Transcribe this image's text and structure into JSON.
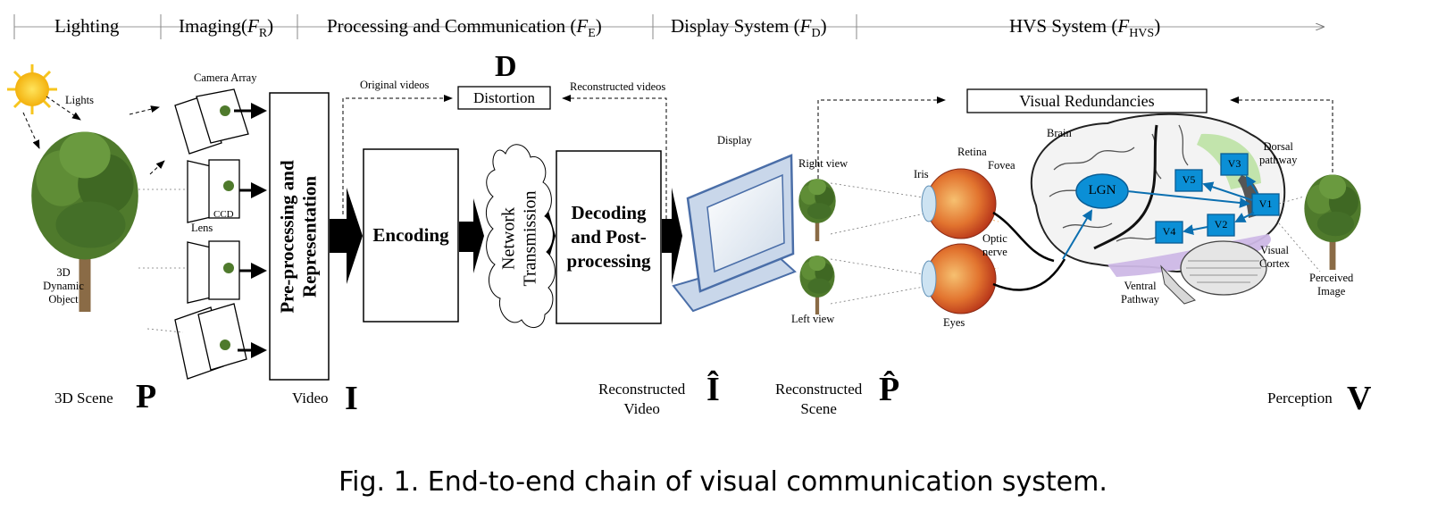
{
  "stages": {
    "lighting": "Lighting",
    "imaging": "Imaging(",
    "imaging_sym": "F",
    "imaging_sub": "R",
    "processing": "Processing and Communication (",
    "processing_sym": "F",
    "processing_sub": "E",
    "display": "Display System (",
    "display_sym": "F",
    "display_sub": "D",
    "hvs": "HVS System (",
    "hvs_sym": "F",
    "hvs_sub": "HVS",
    "close": ")"
  },
  "scene": {
    "lights": "Lights",
    "object_line1": "3D",
    "object_line2": "Dynamic",
    "object_line3": "Object",
    "camera_array": "Camera Array",
    "lens": "Lens",
    "ccd": "CCD"
  },
  "pipeline": {
    "preprocessing_line1": "Pre-processing and",
    "preprocessing_line2": "Representation",
    "encoding": "Encoding",
    "network_line1": "Network",
    "network_line2": "Transmission",
    "decoding_line1": "Decoding",
    "decoding_line2": "and Post-",
    "decoding_line3": "processing",
    "distortion": "Distortion",
    "distortion_sym": "D",
    "original_videos": "Original videos",
    "reconstructed_videos": "Reconstructed videos",
    "display": "Display"
  },
  "hvs": {
    "visual_redundancies": "Visual Redundancies",
    "right_view": "Right view",
    "left_view": "Left view",
    "iris": "Iris",
    "retina": "Retina",
    "fovea": "Fovea",
    "optic_line1": "Optic",
    "optic_line2": "nerve",
    "eyes": "Eyes",
    "brain": "Brain",
    "lgn": "LGN",
    "v1": "V1",
    "v2": "V2",
    "v3": "V3",
    "v4": "V4",
    "v5": "V5",
    "dorsal_line1": "Dorsal",
    "dorsal_line2": "pathway",
    "ventral_line1": "Ventral",
    "ventral_line2": "Pathway",
    "visual_cortex_line1": "Visual",
    "visual_cortex_line2": "Cortex",
    "perceived_line1": "Perceived",
    "perceived_line2": "Image"
  },
  "bottom": {
    "scene_label": "3D Scene",
    "scene_sym": "P",
    "video_label": "Video",
    "video_sym": "I",
    "recon_video_line1": "Reconstructed",
    "recon_video_line2": "Video",
    "recon_video_sym": "Î",
    "recon_scene_line1": "Reconstructed",
    "recon_scene_line2": "Scene",
    "recon_scene_sym": "P̂",
    "perception_label": "Perception",
    "perception_sym": "V"
  },
  "caption": "Fig. 1.  End-to-end chain of visual communication system.",
  "colors": {
    "sun": "#f7c51e",
    "tree_green": "#4f7a2c",
    "trunk": "#8a6b46",
    "monitor_frame": "#c9d7ea",
    "monitor_edge": "#4a6ea8",
    "brain_blue": "#0b8fd6",
    "dorsal_green": "#bfe3a8",
    "ventral_purple": "#cdb8e6",
    "eye_red": "#d9532a"
  }
}
